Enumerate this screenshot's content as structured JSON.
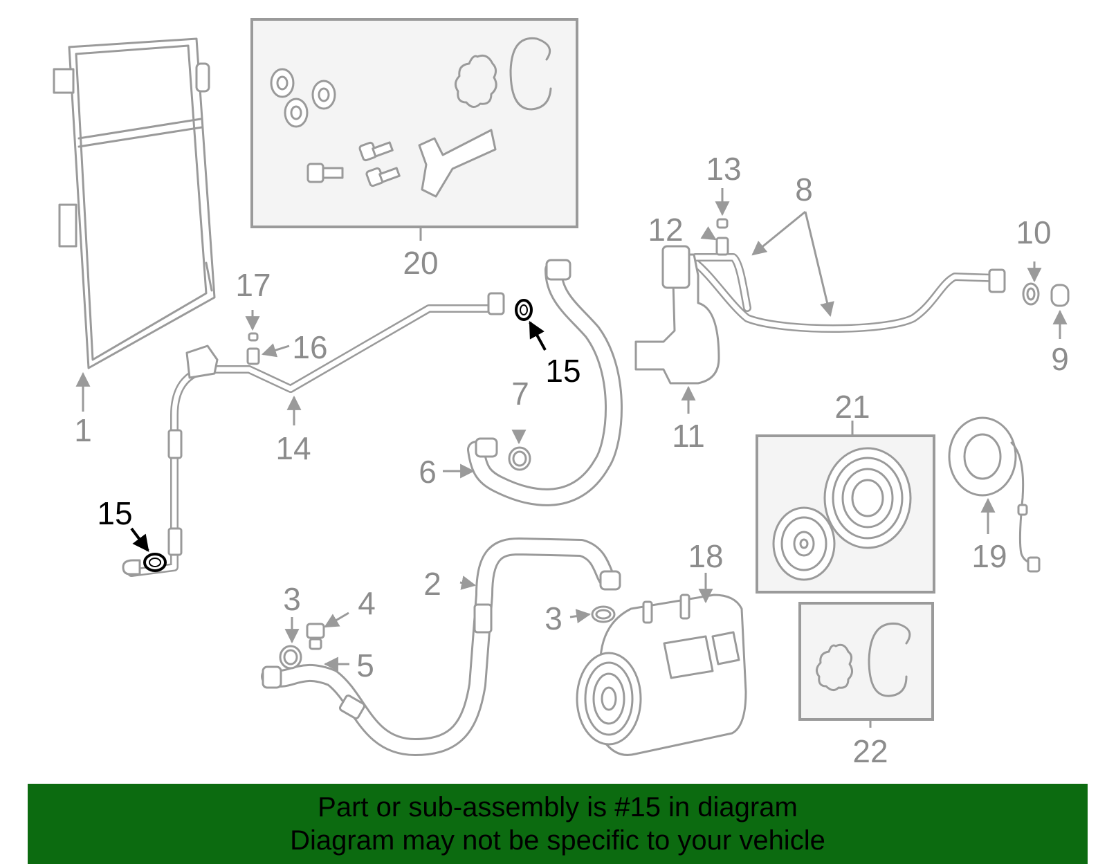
{
  "colors": {
    "line_art": "#9a9a9a",
    "highlight": "#000000",
    "banner_background": "#0c6b10"
  },
  "callouts": [
    "1",
    "2",
    "3",
    "3",
    "4",
    "5",
    "6",
    "7",
    "8",
    "9",
    "10",
    "11",
    "12",
    "13",
    "14",
    "15",
    "15",
    "16",
    "17",
    "18",
    "19",
    "20",
    "21",
    "22"
  ],
  "labels": {
    "n1": "1",
    "n2": "2",
    "n3a": "3",
    "n3b": "3",
    "n4": "4",
    "n5": "5",
    "n6": "6",
    "n7": "7",
    "n8": "8",
    "n9": "9",
    "n10": "10",
    "n11": "11",
    "n12": "12",
    "n13": "13",
    "n14": "14",
    "n15a": "15",
    "n15b": "15",
    "n16": "16",
    "n17": "17",
    "n18": "18",
    "n19": "19",
    "n20": "20",
    "n21": "21",
    "n22": "22"
  },
  "highlighted_part": "15",
  "banner": {
    "line1": "Part or sub-assembly is #15 in diagram",
    "line2": "Diagram may not be specific to your vehicle"
  }
}
